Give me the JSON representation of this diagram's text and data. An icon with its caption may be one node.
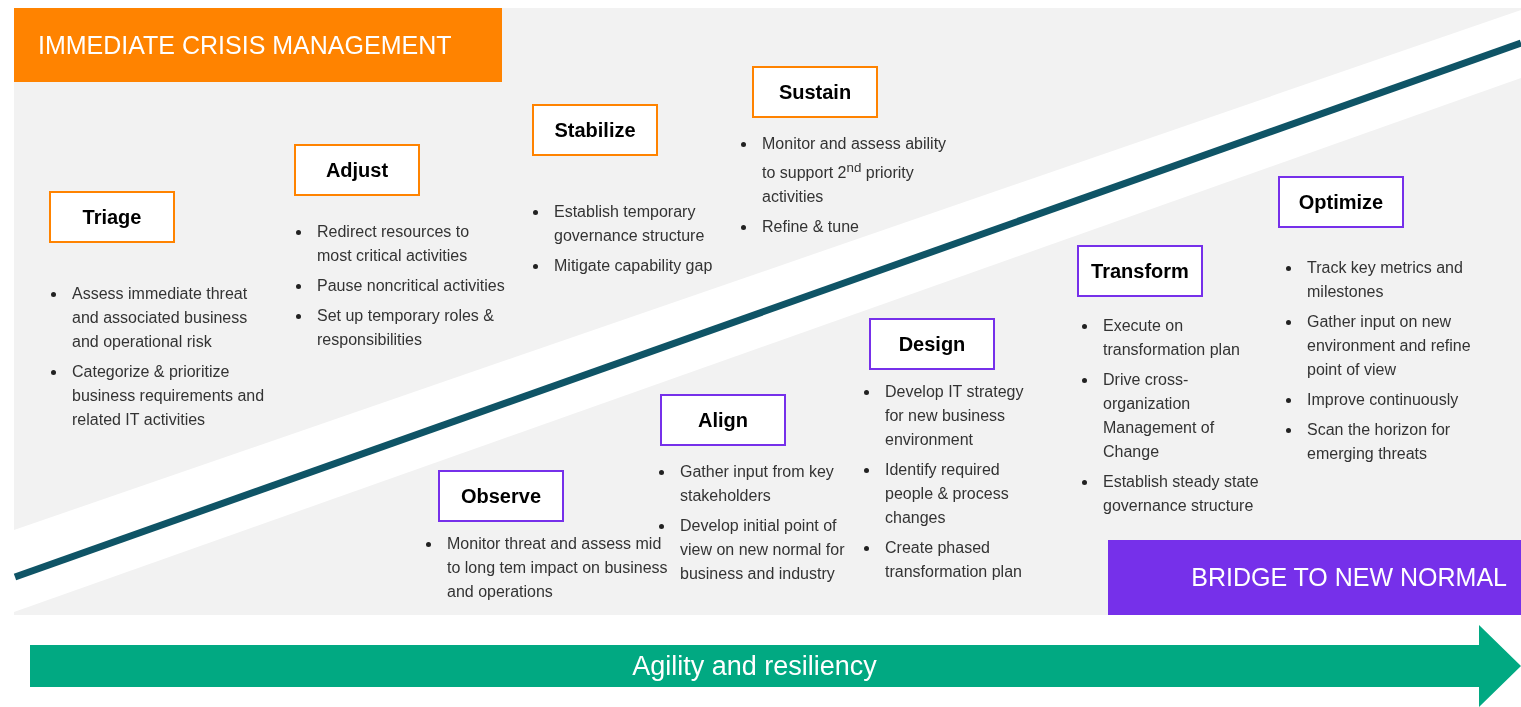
{
  "diagram": {
    "nodes": [
      {
        "text": [
          "IMMEDIATE CRISIS MANAGEMENT"
        ]
      },
      {
        "text": [
          "Triage"
        ],
        "beside": [
          "Assess immediate threat and associated business and operational risk",
          "Categorize & prioritize business requirements and related IT activities"
        ]
      },
      {
        "text": [
          "Adjust"
        ],
        "beside": [
          "Redirect resources to most critical activities",
          "Pause noncritical activities",
          "Set up temporary roles & responsibilities"
        ]
      },
      {
        "text": [
          "Stabilize"
        ],
        "beside": [
          "Establish temporary governance structure",
          "Mitigate capability gap"
        ]
      },
      {
        "text": [
          "Sustain"
        ],
        "beside": [
          "Monitor and assess ability to support 2$^{nd}$ priority activities",
          "Refine & tune"
        ]
      },
      {
        "text": [
          "Observe"
        ],
        "beside": [
          "Monitor threat and assess mid to long tem impact on business and operations"
        ]
      },
      {
        "text": [
          "Align"
        ],
        "beside": [
          "Gather input from key stakeholders",
          "Develop initial point of view on new normal for business and industry"
        ]
      },
      {
        "text": [
          "Design"
        ],
        "beside": [
          "Develop IT strategy for new business environment",
          "Identify required people & process changes",
          "Create phased transformation plan"
        ]
      },
      {
        "text": [
          "Transform"
        ],
        "beside": [
          "Execute on transformation plan",
          "Drive cross-organization Management of Change",
          "Establish steady state governance structure"
        ]
      },
      {
        "text": [
          "Optimize"
        ],
        "beside": [
          "Track key metrics and milestones",
          "Gather input on new environment and refine point of view",
          "Improve continuously",
          "Scan the horizon for emerging threats"
        ]
      },
      {
        "text": [
          "BRIDGE TO NEW NORMAL"
        ]
      },
      {
        "text": [
          "Agility and resiliency"
        ]
      }
    ],
    "edges": []
  }
}
